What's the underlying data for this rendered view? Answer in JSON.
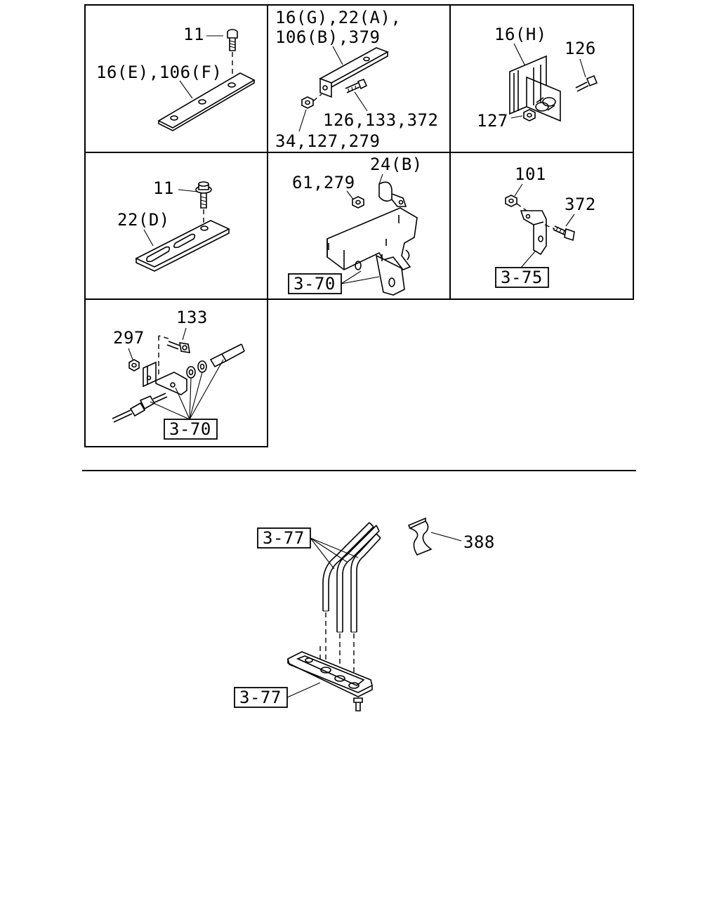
{
  "panels": [
    {
      "id": "p1",
      "labels": [
        "11",
        "16(E),106(F)"
      ]
    },
    {
      "id": "p2",
      "labels": [
        "16(G),22(A),",
        "106(B),379",
        "126,133,372",
        "34,127,279"
      ]
    },
    {
      "id": "p3",
      "labels": [
        "16(H)",
        "126",
        "127"
      ]
    },
    {
      "id": "p4",
      "labels": [
        "11",
        "22(D)"
      ]
    },
    {
      "id": "p5",
      "labels": [
        "24(B)",
        "61,279",
        "3-70"
      ]
    },
    {
      "id": "p6",
      "labels": [
        "101",
        "372",
        "3-75"
      ]
    },
    {
      "id": "p7",
      "labels": [
        "133",
        "297",
        "3-70"
      ]
    }
  ],
  "lower": {
    "labels": [
      "3-77",
      "388",
      "3-77"
    ]
  }
}
